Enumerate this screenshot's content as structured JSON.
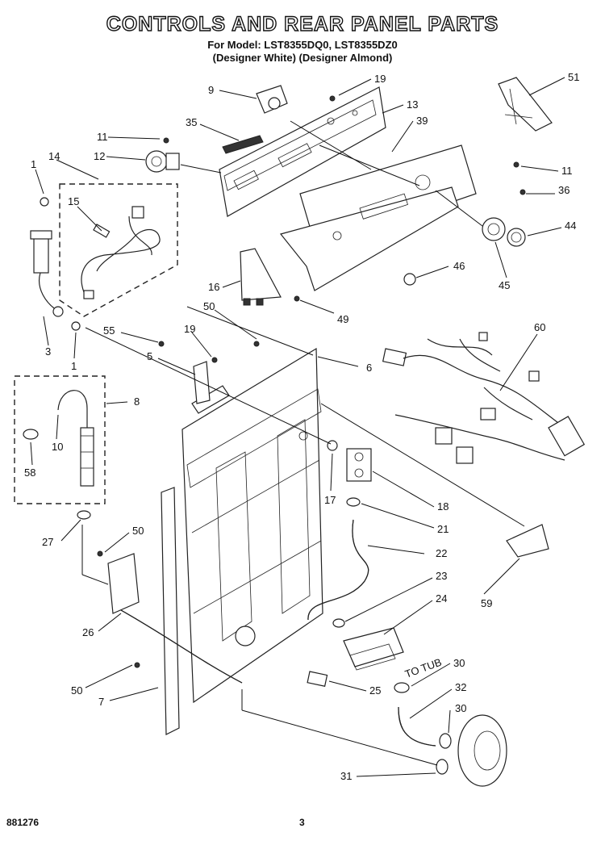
{
  "header": {
    "title": "CONTROLS AND REAR PANEL PARTS",
    "model_line": "For Model: LST8355DQ0, LST8355DZ0",
    "variant_line": "(Designer White) (Designer Almond)"
  },
  "footer": {
    "figure_number": "881276",
    "page_number": "3"
  },
  "diagram_text": {
    "hose_tag": "TO TUB"
  },
  "callouts": [
    {
      "id": "c9",
      "label": "9"
    },
    {
      "id": "c19a",
      "label": "19"
    },
    {
      "id": "c13",
      "label": "13"
    },
    {
      "id": "c51",
      "label": "51"
    },
    {
      "id": "c35",
      "label": "35"
    },
    {
      "id": "c39",
      "label": "39"
    },
    {
      "id": "c11a",
      "label": "11"
    },
    {
      "id": "c12",
      "label": "12"
    },
    {
      "id": "c11b",
      "label": "11"
    },
    {
      "id": "c1a",
      "label": "1"
    },
    {
      "id": "c14",
      "label": "14"
    },
    {
      "id": "c36",
      "label": "36"
    },
    {
      "id": "c15",
      "label": "15"
    },
    {
      "id": "c44",
      "label": "44"
    },
    {
      "id": "c46",
      "label": "46"
    },
    {
      "id": "c45",
      "label": "45"
    },
    {
      "id": "c16",
      "label": "16"
    },
    {
      "id": "c50a",
      "label": "50"
    },
    {
      "id": "c49",
      "label": "49"
    },
    {
      "id": "c60",
      "label": "60"
    },
    {
      "id": "c55",
      "label": "55"
    },
    {
      "id": "c19b",
      "label": "19"
    },
    {
      "id": "c5",
      "label": "5"
    },
    {
      "id": "c6",
      "label": "6"
    },
    {
      "id": "c3",
      "label": "3"
    },
    {
      "id": "c1b",
      "label": "1"
    },
    {
      "id": "c8",
      "label": "8"
    },
    {
      "id": "c10",
      "label": "10"
    },
    {
      "id": "c58",
      "label": "58"
    },
    {
      "id": "c17",
      "label": "17"
    },
    {
      "id": "c18",
      "label": "18"
    },
    {
      "id": "c21",
      "label": "21"
    },
    {
      "id": "c27",
      "label": "27"
    },
    {
      "id": "c50b",
      "label": "50"
    },
    {
      "id": "c22",
      "label": "22"
    },
    {
      "id": "c59",
      "label": "59"
    },
    {
      "id": "c23",
      "label": "23"
    },
    {
      "id": "c24",
      "label": "24"
    },
    {
      "id": "c26",
      "label": "26"
    },
    {
      "id": "c30a",
      "label": "30"
    },
    {
      "id": "c50c",
      "label": "50"
    },
    {
      "id": "c25",
      "label": "25"
    },
    {
      "id": "c32",
      "label": "32"
    },
    {
      "id": "c7",
      "label": "7"
    },
    {
      "id": "c30b",
      "label": "30"
    },
    {
      "id": "c31",
      "label": "31"
    }
  ]
}
